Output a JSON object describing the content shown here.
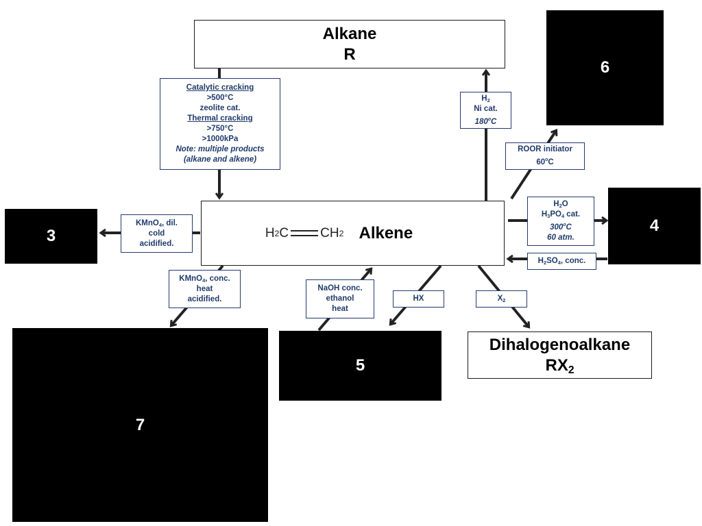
{
  "alkane": {
    "line1": "Alkane",
    "line2": "R"
  },
  "alkene": {
    "name": "Alkene",
    "h2c": "H",
    "h2c_sub": "2",
    "h2c_c": "C",
    "ch2_c": "CH",
    "ch2_sub": "2"
  },
  "dihalo": {
    "line1": "Dihalogenoalkane",
    "line2": "RX",
    "line2_sub": "2"
  },
  "blanks": {
    "b3": "3",
    "b4": "4",
    "b5": "5",
    "b6": "6",
    "b7": "7"
  },
  "cracking": {
    "l1": "Catalytic cracking",
    "l2": ">500°C",
    "l3": "zeolite cat.",
    "l4": "Thermal cracking",
    "l5": ">750°C",
    "l6": ">1000kPa",
    "l7": "Note: multiple products",
    "l8": "(alkane and alkene)"
  },
  "hydrogenation": {
    "h": "H",
    "h_sub": "2",
    "l2": "Ni cat.",
    "l3": "180",
    "l3_deg": "o",
    "l3_c": "C"
  },
  "roor": {
    "l1": "ROOR initiator",
    "l2": "60",
    "l2_deg": "o",
    "l2_c": "C"
  },
  "hydration": {
    "h": "H",
    "h_sub": "2",
    "o": "O",
    "l2_a": "H",
    "l2_s1": "3",
    "l2_b": "PO",
    "l2_s2": "4",
    "l2_c": " cat.",
    "l3": "300",
    "l3_deg": "o",
    "l3_c": "C",
    "l4": "60 atm."
  },
  "h2so4": {
    "a": "H",
    "s1": "2",
    "b": "SO",
    "s2": "4",
    "c": ", conc."
  },
  "kmno4_dil": {
    "a": "KMnO",
    "s": "4",
    "b": ", dil.",
    "l2": "cold",
    "l3": "acidified."
  },
  "kmno4_conc": {
    "a": "KMnO",
    "s": "4",
    "b": ", conc.",
    "l2": "heat",
    "l3": "acidified."
  },
  "naoh": {
    "l1": "NaOH conc.",
    "l2": "ethanol",
    "l3": "heat"
  },
  "hx": {
    "label": "HX"
  },
  "x2": {
    "a": "X",
    "s": "2"
  }
}
